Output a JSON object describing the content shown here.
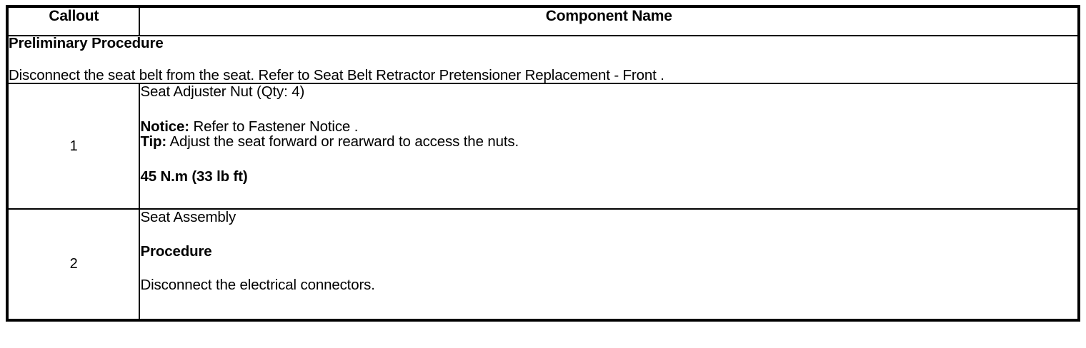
{
  "document": {
    "type": "service-procedure-table",
    "background_color": "#FFFFFF",
    "text_color": "#000000"
  },
  "table": {
    "headers": {
      "callout": "Callout",
      "component_name": "Component Name"
    },
    "preliminary": {
      "title": "Preliminary Procedure",
      "text": "Disconnect the seat belt from the seat. Refer to Seat Belt Retractor Pretensioner Replacement - Front ."
    },
    "rows": [
      {
        "callout": "1",
        "name": "Seat Adjuster Nut (Qty: 4)",
        "notice_label": "Notice:",
        "notice_text": " Refer to Fastener Notice .",
        "tip_label": "Tip:",
        "tip_text": " Adjust the seat forward or rearward to access the nuts.",
        "torque": "45 N.m (33 lb ft)"
      },
      {
        "callout": "2",
        "name": "Seat Assembly",
        "procedure_heading": "Procedure",
        "procedure_step": "Disconnect the electrical connectors."
      }
    ]
  }
}
